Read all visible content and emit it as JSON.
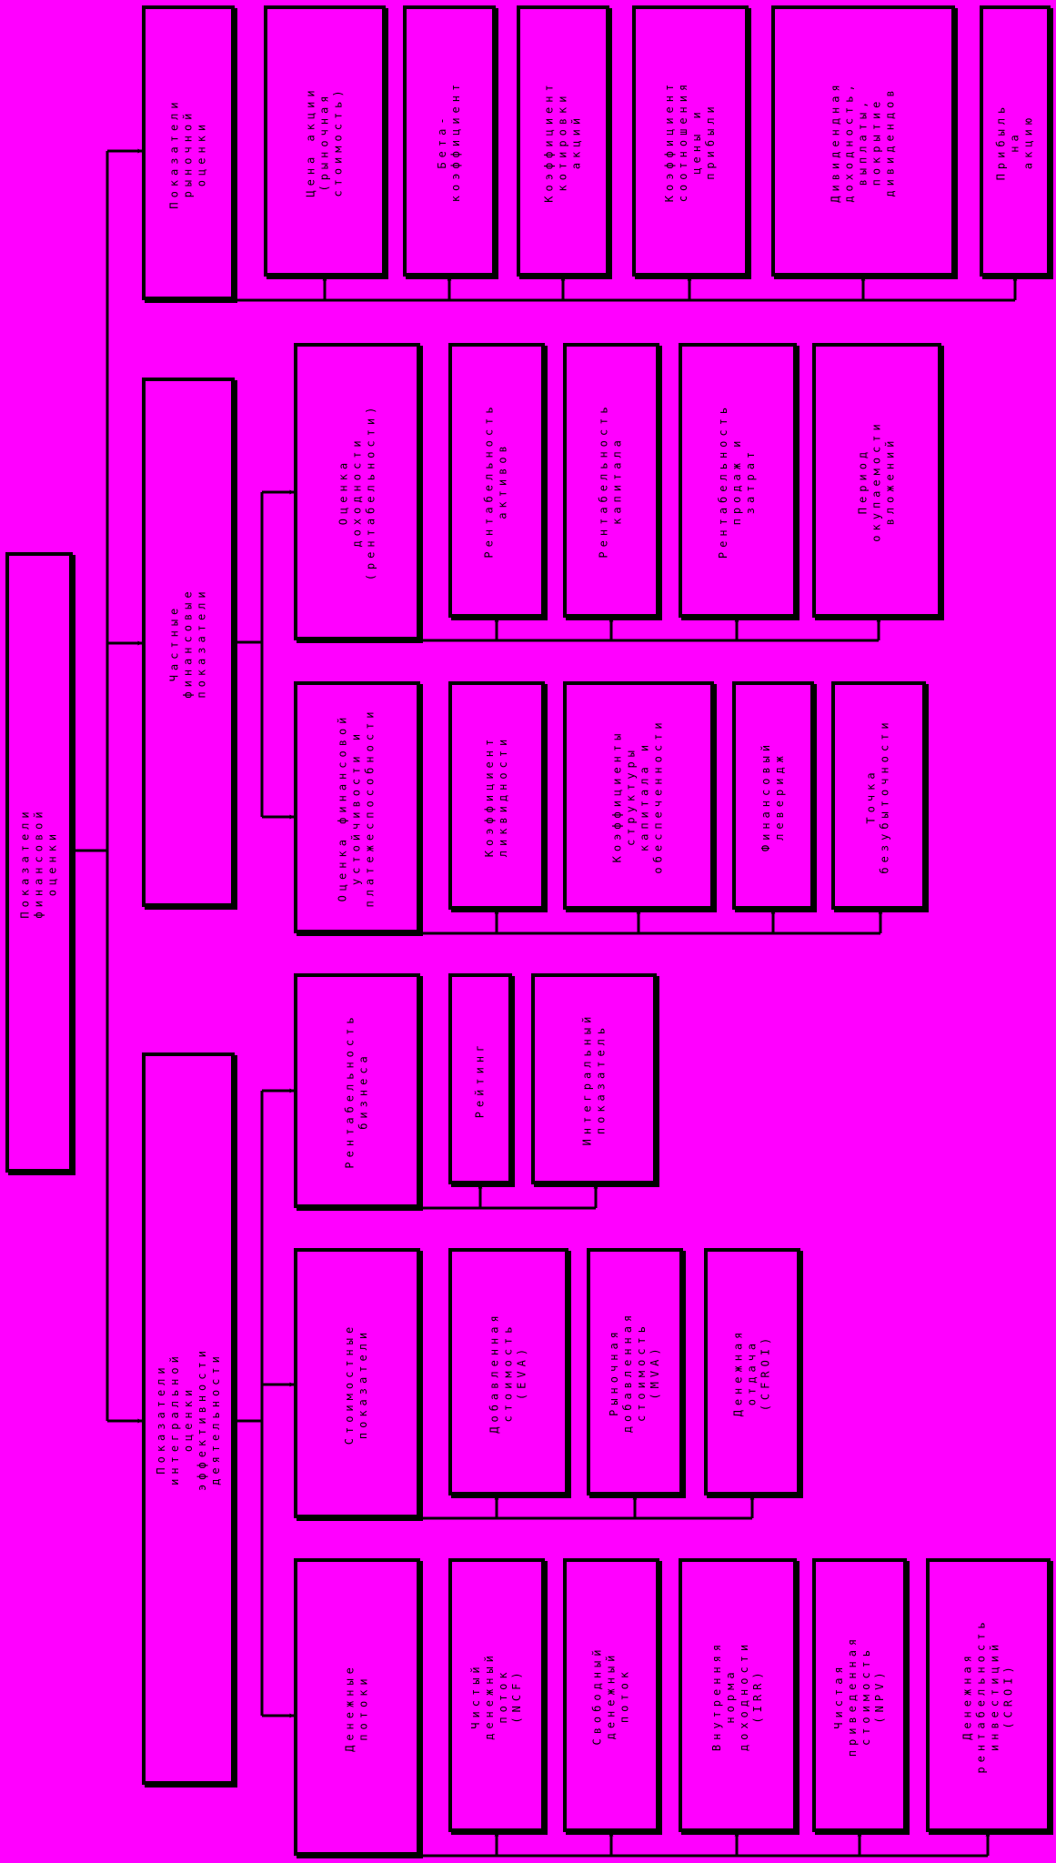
{
  "colors": {
    "background": "#FF00FF",
    "line": "#000000"
  },
  "nodes": [
    {
      "id": "root",
      "text": "Показатели финансовой оценки"
    },
    {
      "id": "g1",
      "text": "Показатели рыночной оценки"
    },
    {
      "id": "g1a",
      "text": "Цена акции (рыночная стоимость)"
    },
    {
      "id": "g1b",
      "text": "Бета-коэффициент"
    },
    {
      "id": "g1c",
      "text": "Коэффициент котировки акций"
    },
    {
      "id": "g1d",
      "text": "Коэффициент соотношения цены и прибыли"
    },
    {
      "id": "g1e",
      "text": "Дивидендная доходность, выплаты, покрытие дивидендов"
    },
    {
      "id": "g1f",
      "text": "Прибыль на акцию"
    },
    {
      "id": "g2",
      "text": "Частные финансовые показатели"
    },
    {
      "id": "g2u",
      "text": "Оценка доходности (рентабельности)"
    },
    {
      "id": "g2u1",
      "text": "Рентабельность активов"
    },
    {
      "id": "g2u2",
      "text": "Рентабельность капитала"
    },
    {
      "id": "g2u3",
      "text": "Рентабельность продаж и затрат"
    },
    {
      "id": "g2u4",
      "text": "Период окупаемости вложений"
    },
    {
      "id": "g2l",
      "text": "Оценка финансовой устойчивости и платежеспособности"
    },
    {
      "id": "g2l1",
      "text": "Коэффициент ликвидности"
    },
    {
      "id": "g2l2",
      "text": "Коэффициенты структуры капитала и обеспеченности"
    },
    {
      "id": "g2l3",
      "text": "Финансовый леверидж"
    },
    {
      "id": "g2l4",
      "text": "Точка безубыточности"
    },
    {
      "id": "g3",
      "text": "Показатели интегральной оценки эффективности деятельности"
    },
    {
      "id": "g3a",
      "text": "Рентабельность бизнеса"
    },
    {
      "id": "g3a1",
      "text": "Рейтинг"
    },
    {
      "id": "g3a2",
      "text": "Интегральный показатель"
    },
    {
      "id": "g3b",
      "text": "Стоимостные показатели"
    },
    {
      "id": "g3b1",
      "text": "Добавленная стоимость (EVA)"
    },
    {
      "id": "g3b2",
      "text": "Рыночная добавленная стоимость (MVA)"
    },
    {
      "id": "g3b3",
      "text": "Денежная отдача (CFROI)"
    },
    {
      "id": "g3c",
      "text": "Денежные потоки"
    },
    {
      "id": "g3c1",
      "text": "Чистый денежный поток (NCF)"
    },
    {
      "id": "g3c2",
      "text": "Свободный денежный поток"
    },
    {
      "id": "g3c3",
      "text": "Внутренняя норма доходности (IRR)"
    },
    {
      "id": "g3c4",
      "text": "Чистая приведенная стоимость (NPV)"
    },
    {
      "id": "g3c5",
      "text": "Денежная рентабельность инвестиций (CROI)"
    }
  ]
}
